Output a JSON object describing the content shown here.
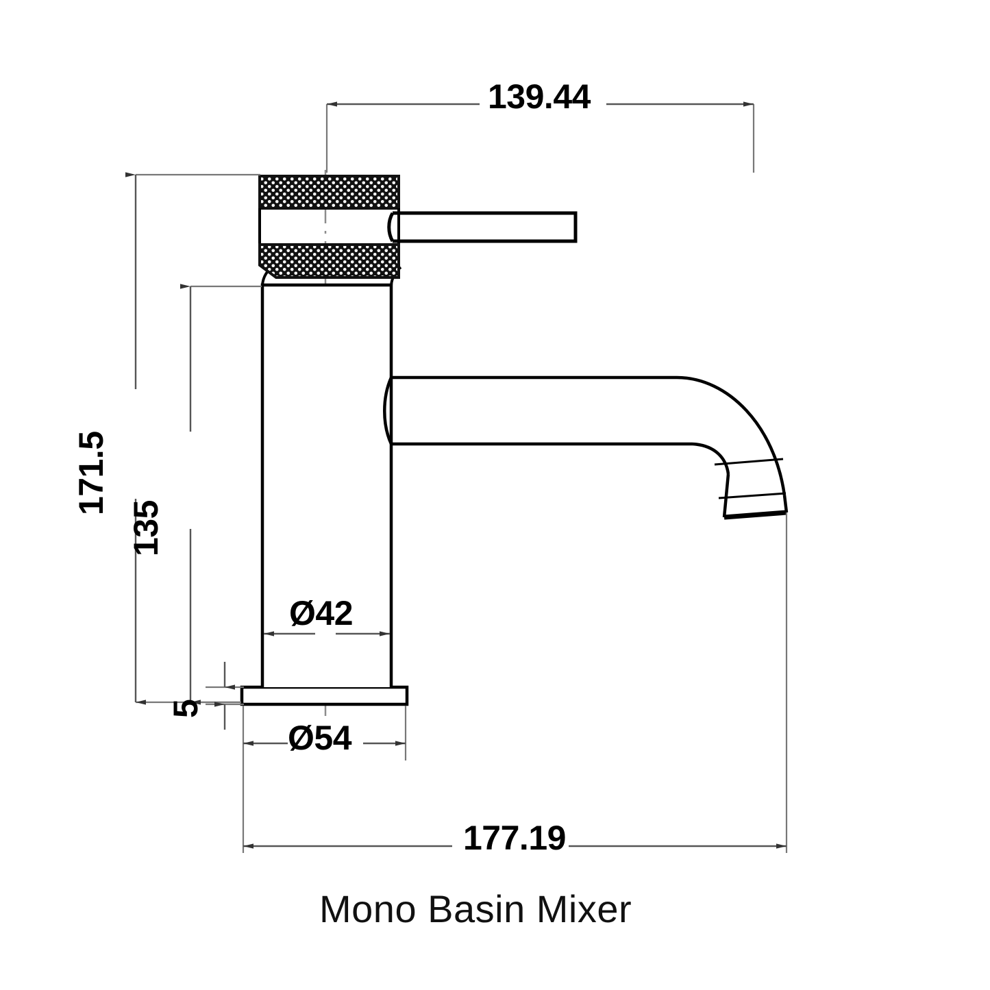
{
  "drawing": {
    "title": "Mono Basin Mixer",
    "product_type": "basin-mixer-tap",
    "units_note": "",
    "line_color": "#000000",
    "dimension_line_color": "#555555",
    "background_color": "#ffffff"
  },
  "dimensions": {
    "overall_handle_reach": {
      "label": "139.44",
      "orientation": "horizontal",
      "position": "top"
    },
    "overall_height": {
      "label": "171.5",
      "orientation": "vertical",
      "position": "left-outer"
    },
    "body_height": {
      "label": "135",
      "orientation": "vertical",
      "position": "left-inner"
    },
    "base_thickness": {
      "label": "5",
      "orientation": "vertical",
      "position": "left-base"
    },
    "body_diameter": {
      "label": "Ø42",
      "orientation": "horizontal",
      "position": "body"
    },
    "base_diameter": {
      "label": "Ø54",
      "orientation": "horizontal",
      "position": "below-base"
    },
    "overall_spout_reach": {
      "label": "177.19",
      "orientation": "horizontal",
      "position": "bottom"
    }
  },
  "features": [
    {
      "name": "knurled-cap-upper",
      "description": "Upper knurled handle cap band"
    },
    {
      "name": "knurled-cap-lower",
      "description": "Lower knurled handle cap band with angled underside"
    },
    {
      "name": "lever-handle",
      "description": "Horizontal lever handle arm"
    },
    {
      "name": "body-cylinder",
      "description": "Vertical cylindrical tap body"
    },
    {
      "name": "spout-arm",
      "description": "Horizontal spout arm with curved elbow"
    },
    {
      "name": "spout-outlet",
      "description": "Angled aerator outlet at spout tip"
    },
    {
      "name": "base-flange",
      "description": "Base escutcheon flange plate"
    },
    {
      "name": "centerline",
      "description": "Vertical dash-dot centre line through body"
    }
  ]
}
